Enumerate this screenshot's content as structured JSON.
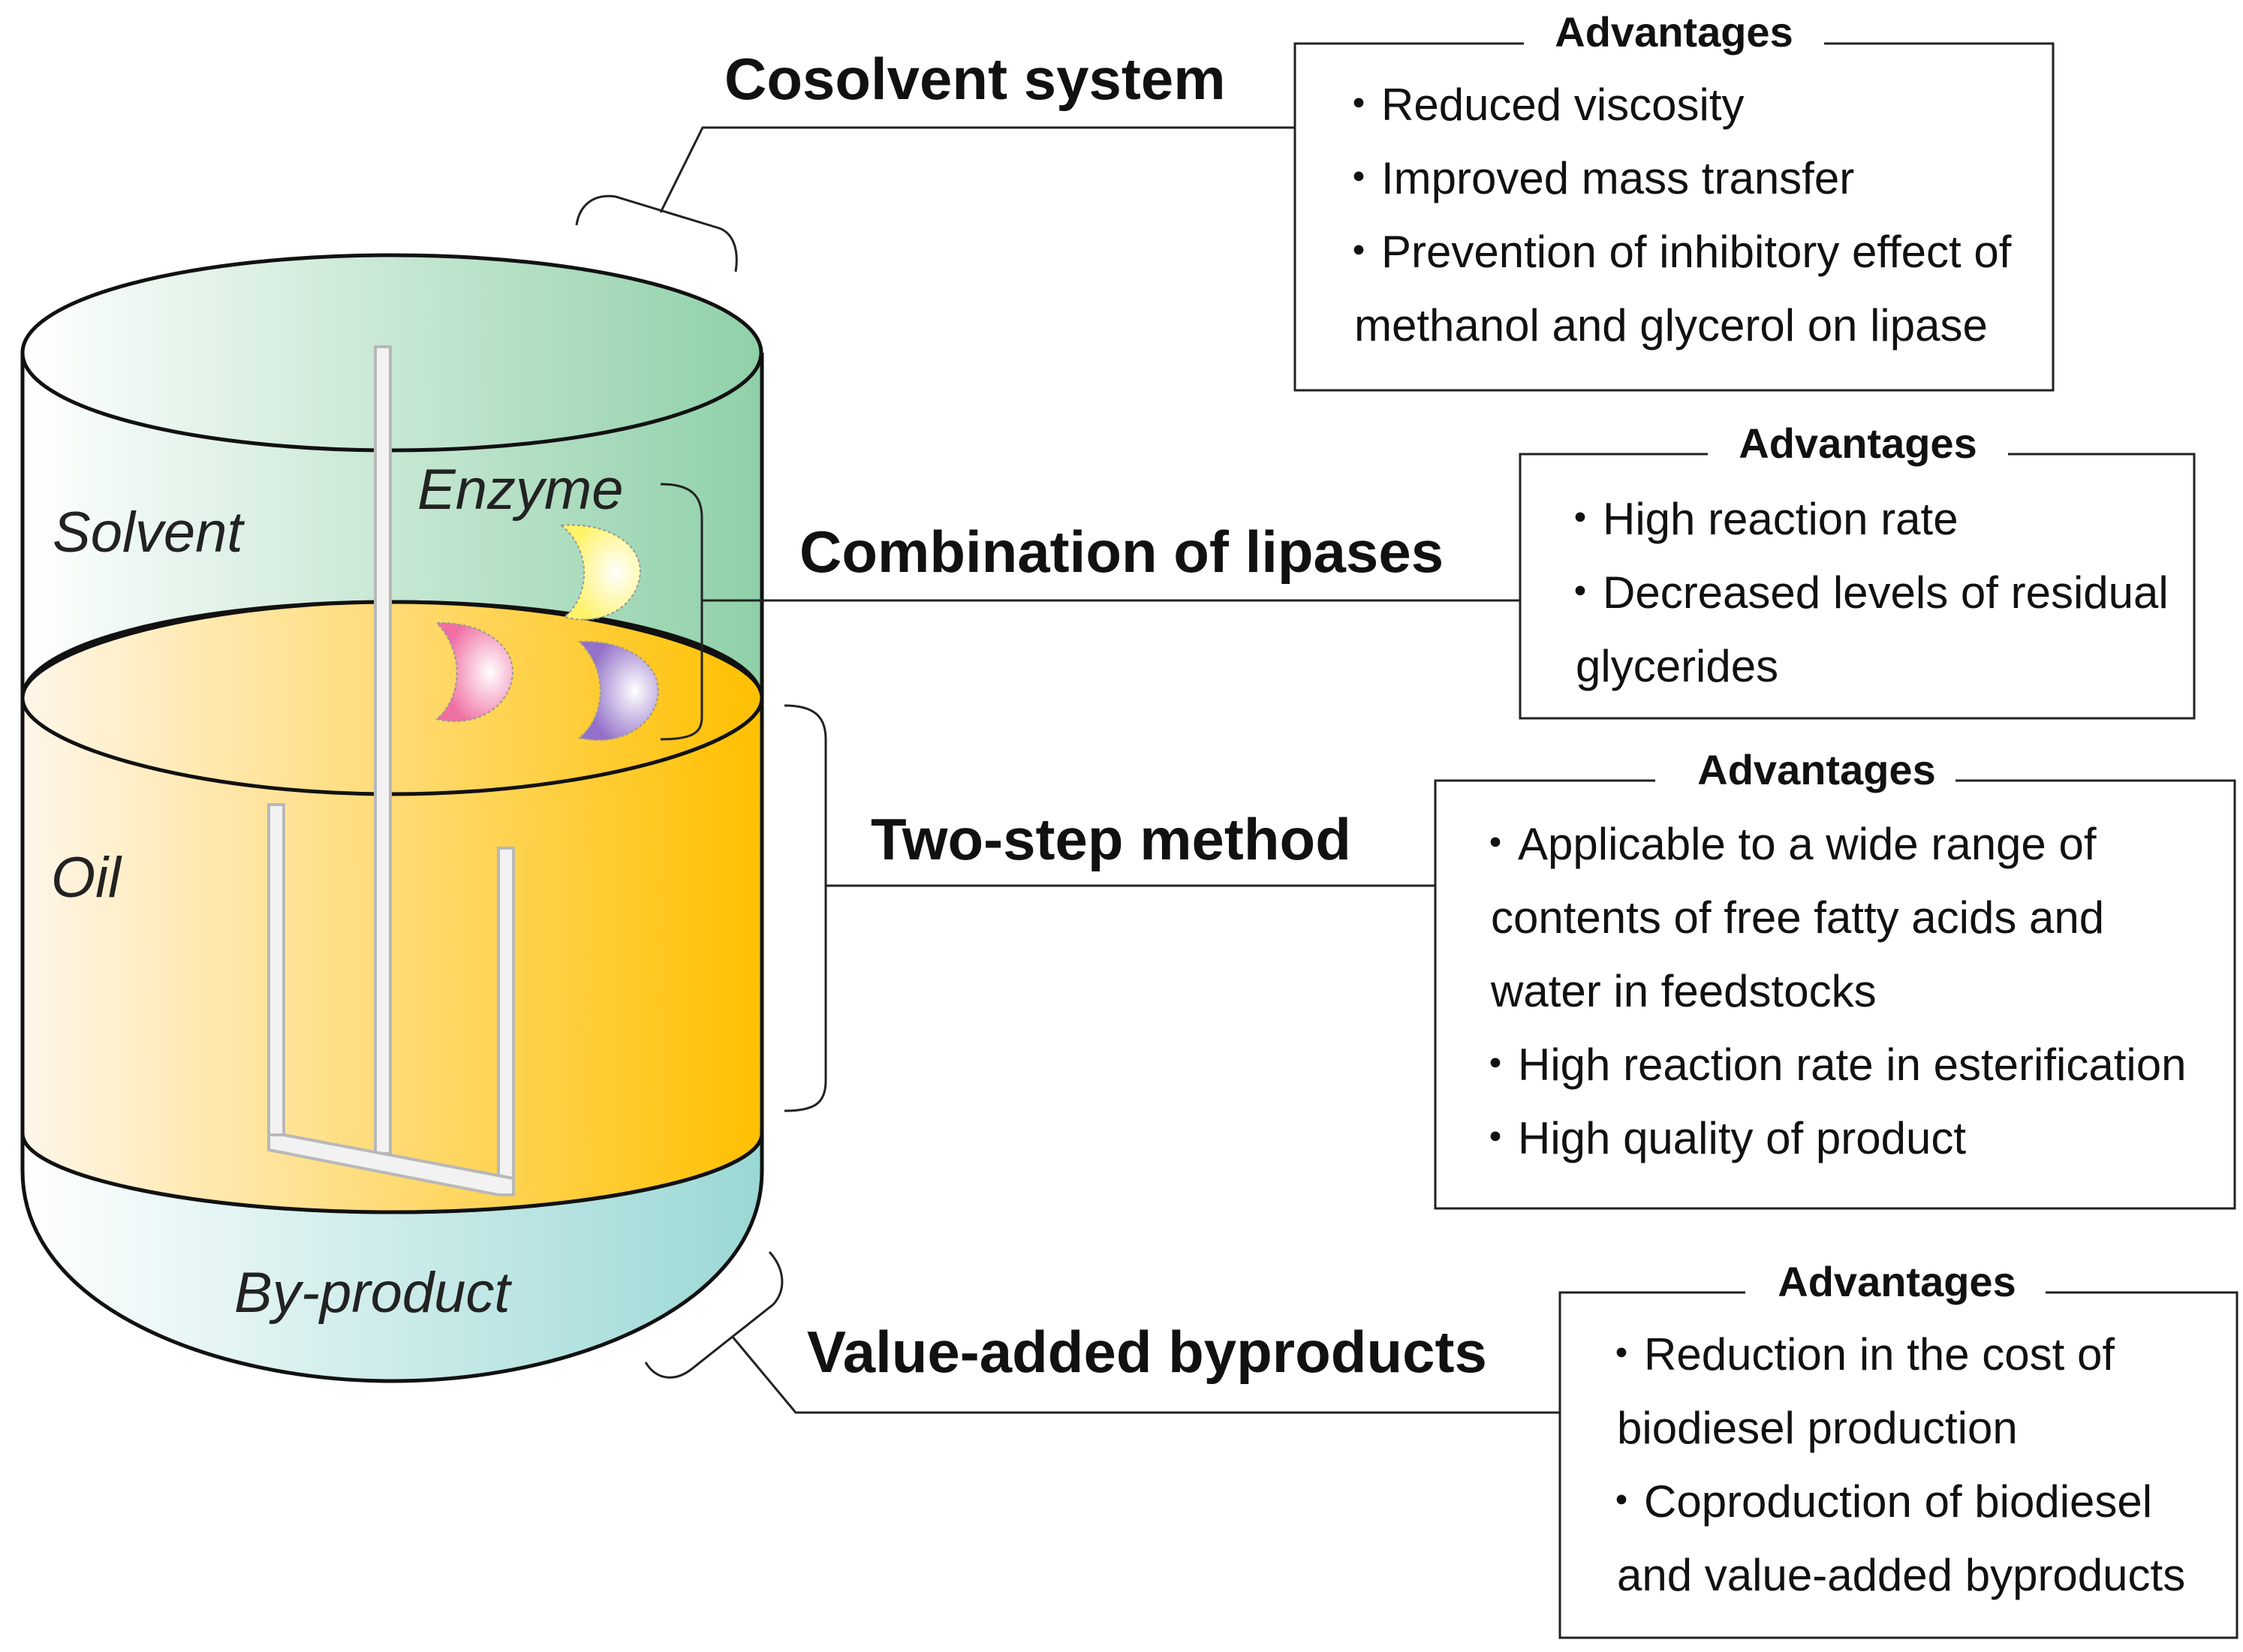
{
  "vessel": {
    "labels": {
      "solvent": "Solvent",
      "enzyme": "Enzyme",
      "oil": "Oil",
      "byproduct": "By-product"
    },
    "colors": {
      "solvent_light": "#ffffff",
      "solvent_dark": "#8fd0a8",
      "oil_light": "#fff6ea",
      "oil_dark": "#ffc000",
      "byproduct_light": "#ffffff",
      "byproduct_dark": "#9ad8d5",
      "enzyme_yellow": "#fff36a",
      "enzyme_pink": "#f06fa3",
      "enzyme_purple": "#9370c9",
      "stirrer": "#d9d9d9"
    }
  },
  "sections": [
    {
      "id": "cosolvent",
      "title": "Cosolvent system",
      "advantages_title": "Advantages",
      "items": [
        [
          "Reduced viscosity"
        ],
        [
          "Improved mass transfer"
        ],
        [
          "Prevention of inhibitory effect of",
          "methanol and glycerol on lipase"
        ]
      ]
    },
    {
      "id": "lipases",
      "title": "Combination of lipases",
      "advantages_title": "Advantages",
      "items": [
        [
          "High reaction rate"
        ],
        [
          "Decreased levels of residual",
          "glycerides"
        ]
      ]
    },
    {
      "id": "twostep",
      "title": "Two-step method",
      "advantages_title": "Advantages",
      "items": [
        [
          "Applicable to a wide range of",
          "contents of free fatty acids and",
          "water in feedstocks"
        ],
        [
          "High reaction rate in esterification"
        ],
        [
          "High quality of product"
        ]
      ]
    },
    {
      "id": "byproducts",
      "title": "Value-added byproducts",
      "advantages_title": "Advantages",
      "items": [
        [
          "Reduction in the cost of",
          "biodiesel production"
        ],
        [
          "Coproduction of biodiesel",
          "and value-added byproducts"
        ]
      ]
    }
  ]
}
